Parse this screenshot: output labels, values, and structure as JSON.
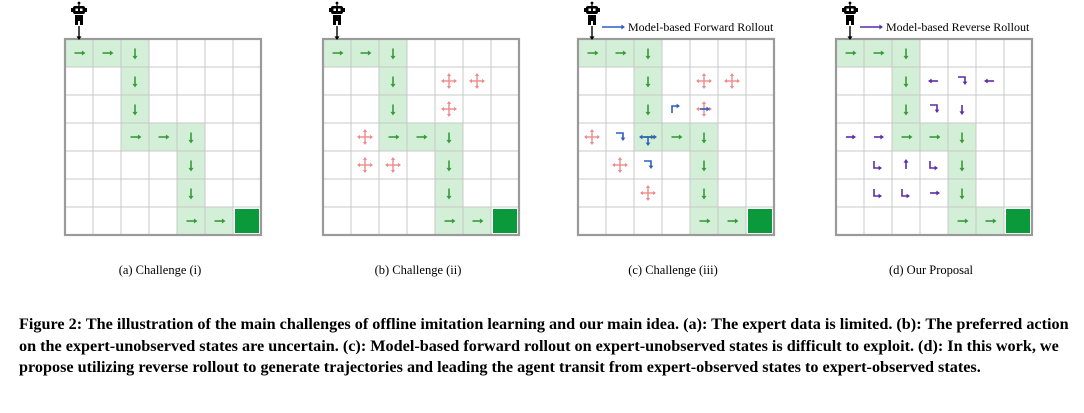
{
  "panels": [
    {
      "id": "a",
      "subcaption": "(a)  Challenge (i)",
      "legend": "",
      "legend_color": ""
    },
    {
      "id": "b",
      "subcaption": "(b)  Challenge (ii)",
      "legend": "",
      "legend_color": ""
    },
    {
      "id": "c",
      "subcaption": "(c)  Challenge (iii)",
      "legend": "Model-based Forward Rollout",
      "legend_color": "#2f5fbf"
    },
    {
      "id": "d",
      "subcaption": "(d)  Our Proposal",
      "legend": "Model-based Reverse Rollout",
      "legend_color": "#5c2ca8"
    }
  ],
  "caption": {
    "text": "Figure 2: The illustration of the main challenges of offline imitation learning and our main idea. (a): The expert data is limited. (b): The preferred action on the expert-unobserved states are uncertain. (c): Model-based forward rollout on expert-unobserved states is difficult to exploit. (d): In this work, we propose utilizing reverse rollout to generate trajectories and leading the agent transit from expert-observed states to expert-observed states."
  },
  "colors": {
    "grid_border": "#9a9a9a",
    "grid_line": "#c8c8c8",
    "expert_cell": "#d4efd8",
    "goal_cell": "#0a9a3c",
    "expert_arrow": "#3a9a3a",
    "uncertain_arrow": "#f08a8a",
    "forward_arrow": "#2f5fbf",
    "reverse_arrow": "#5c2ca8"
  },
  "icons": {
    "agent": "robot-icon",
    "goal": "goal-cell"
  }
}
